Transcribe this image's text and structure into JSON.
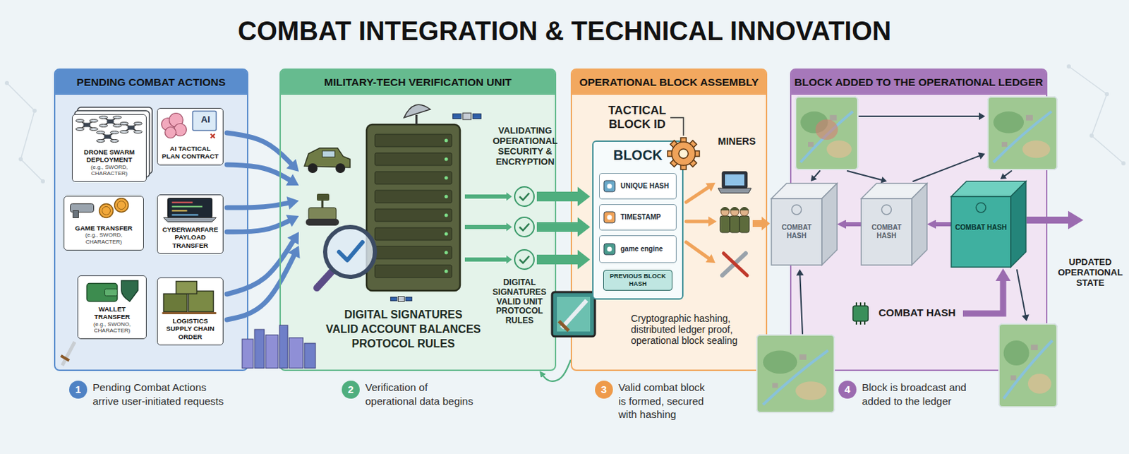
{
  "diagram": {
    "title": "COMBAT INTEGRATION & TECHNICAL INNOVATION",
    "nodes": [
      {
        "text": [
          "PENDING COMBAT ACTIONS"
        ]
      },
      {
        "text": [
          "DRONE SWARM DEPLOYMENT",
          "(e.g., SWORD, CHARACTER)"
        ],
        "in": 0
      },
      {
        "text": [
          "AI TACTICAL PLAN CONTRACT"
        ],
        "in": 0
      },
      {
        "text": [
          "GAME TRANSFER",
          "(e.g., SWORD, CHARACTER)"
        ],
        "in": 0
      },
      {
        "text": [
          "CYBERWARFARE PAYLOAD TRANSFER"
        ],
        "in": 0
      },
      {
        "text": [
          "WALLET TRANSFER",
          "(e.g., SWONO, CHARACTER)"
        ],
        "in": 0
      },
      {
        "text": [
          "LOGISTICS SUPPLY CHAIN ORDER"
        ],
        "in": 0
      },
      {
        "text": [
          "MILITARY-TECH VERIFICATION UNIT"
        ]
      },
      {
        "text": [
          "OPERATIONAL BLOCK ASSEMBLY"
        ]
      },
      {
        "text": [
          "BLOCK"
        ],
        "in": 8
      },
      {
        "text": [
          "UNIQUE HASH"
        ],
        "in": 9
      },
      {
        "text": [
          "TIMESTAMP"
        ],
        "in": 9
      },
      {
        "text": [
          "game engine"
        ],
        "in": 9
      },
      {
        "text": [
          "PREVIOUS BLOCK HASH"
        ],
        "in": 9
      },
      {
        "text": [
          "BLOCK ADDED TO THE OPERATIONAL LEDGER"
        ]
      },
      {
        "text": [
          "COMBAT HASH"
        ],
        "in": 14
      },
      {
        "text": [
          "COMBAT HASH"
        ],
        "in": 14
      },
      {
        "text": [
          "COMBAT HASH"
        ],
        "in": 14
      },
      {
        "text": [
          "1",
          "Pending Combat Actions arrive user-initiated requests"
        ]
      },
      {
        "text": [
          "2",
          "Verification of operational data begins"
        ]
      },
      {
        "text": [
          "3",
          "Valid combat block is formed, secured with hashing"
        ]
      },
      {
        "text": [
          "4",
          "Block is broadcast and added to the ledger"
        ]
      }
    ],
    "edges": [
      {
        "from": 16,
        "to": 15,
        "arrow": "to"
      },
      {
        "from": 17,
        "to": 16,
        "arrow": "to"
      },
      {
        "from": 8,
        "to": 7,
        "arrow": "to"
      }
    ],
    "labels": [
      "AI",
      "VALIDATING OPERATIONAL SECURITY & ENCRYPTION",
      "DIGITAL SIGNATURES",
      "VALID ACCOUNT BALANCES",
      "PROTOCOL RULES",
      "DIGITAL SIGNATURES VALID UNIT PROTOCOL RULES",
      "TACTICAL BLOCK ID",
      "MINERS",
      "Cryptographic hashing, distributed ledger proof, operational block sealing",
      "COMBAT HASH",
      "UPDATED OPERATIONAL STATE"
    ]
  }
}
